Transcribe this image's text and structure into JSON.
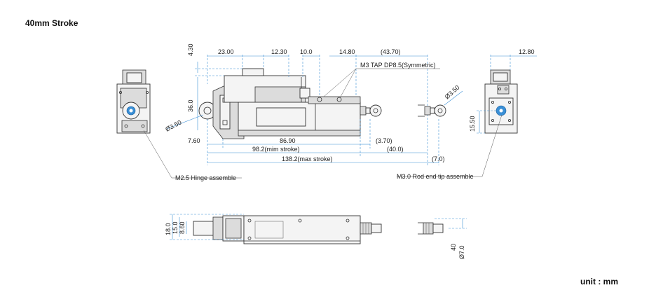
{
  "title": "40mm Stroke",
  "unit": "unit : mm",
  "labels": {
    "tap": "M3 TAP DP8.5(Symmetric)",
    "hinge": "M2.5 Hinge assemble",
    "rod": "M3.0 Rod end tip assemble"
  },
  "dims": {
    "d430": "4.30",
    "d2300": "23.00",
    "d1230": "12.30",
    "d100": "10.0",
    "d1480": "14.80",
    "d4370": "(43.70)",
    "d360": "36.0",
    "d350a": "Ø3.50",
    "d350b": "Ø3.50",
    "d760": "7.60",
    "d8690": "86.90",
    "d370": "(3.70)",
    "d982": "98.2(mim stroke)",
    "d400": "(40.0)",
    "d1382": "138.2(max stroke)",
    "d70": "(7.0)",
    "d1280": "12.80",
    "d1550": "15.50",
    "d180": "18.0",
    "d150": "15.0",
    "d860": "8.60",
    "d40": "40",
    "d7ph": "Ø7.0"
  },
  "colors": {
    "dimension": "#3a8fd6",
    "outline": "#333333",
    "hub": "#3a8fd6"
  }
}
